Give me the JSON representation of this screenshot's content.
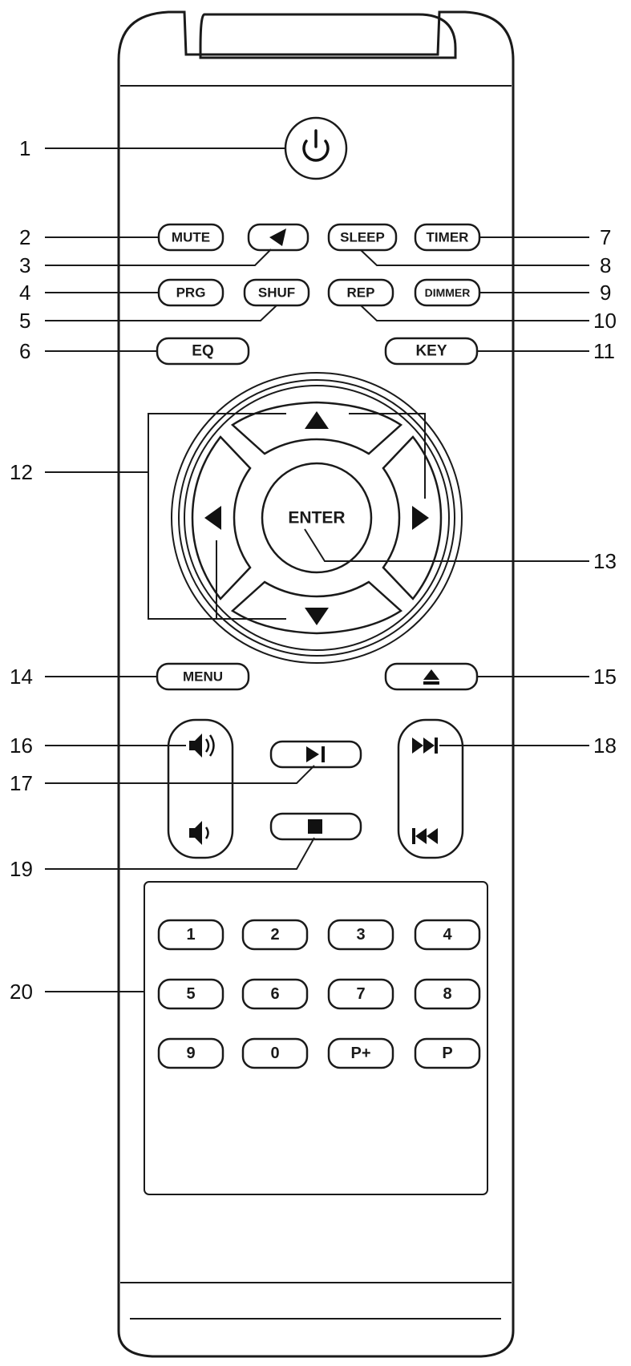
{
  "buttons": {
    "mute": "MUTE",
    "sleep": "SLEEP",
    "timer": "TIMER",
    "prg": "PRG",
    "shuf": "SHUF",
    "rep": "REP",
    "dimmer": "DIMMER",
    "eq": "EQ",
    "key": "KEY",
    "enter": "ENTER",
    "menu": "MENU",
    "numpad": [
      "1",
      "2",
      "3",
      "4",
      "5",
      "6",
      "7",
      "8",
      "9",
      "0",
      "P+",
      "P"
    ]
  },
  "callouts": [
    "1",
    "2",
    "3",
    "4",
    "5",
    "6",
    "7",
    "8",
    "9",
    "10",
    "11",
    "12",
    "13",
    "14",
    "15",
    "16",
    "17",
    "18",
    "19",
    "20"
  ],
  "icons": {
    "power": "power-icon",
    "back": "back-arrow-icon",
    "nav": [
      "up-arrow-icon",
      "right-arrow-icon",
      "down-arrow-icon",
      "left-arrow-icon"
    ],
    "eject": "eject-icon",
    "volume_up": "volume-up-icon",
    "volume_down": "volume-down-icon",
    "play_pause": "play-pause-icon",
    "stop": "stop-icon",
    "next": "skip-next-icon",
    "previous": "skip-previous-icon"
  }
}
